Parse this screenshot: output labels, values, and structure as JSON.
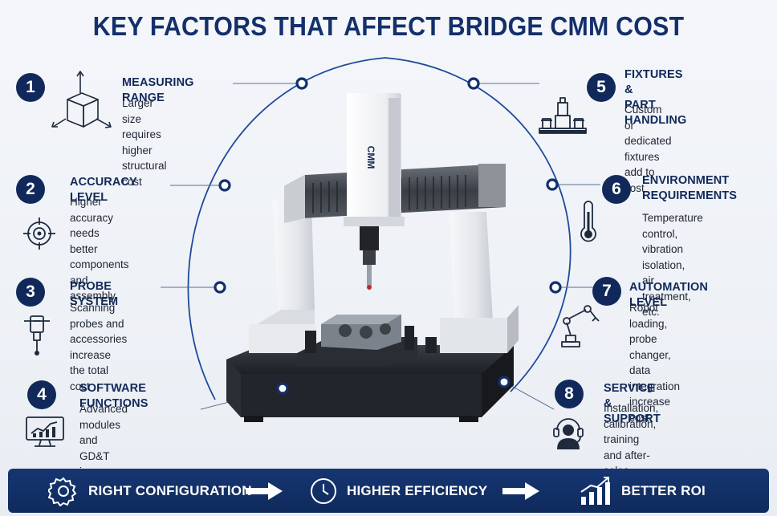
{
  "title": "KEY FACTORS THAT AFFECT BRIDGE CMM COST",
  "machine": {
    "label": "CMM"
  },
  "factors": [
    {
      "number": "1",
      "title": "MEASURING RANGE",
      "desc": "Larger size requires\nhigher structural cost",
      "icon": "cube-axes-icon"
    },
    {
      "number": "2",
      "title": "ACCURACY LEVEL",
      "desc": "Higher accuracy needs\nbetter components\nand assembly",
      "icon": "crosshair-icon"
    },
    {
      "number": "3",
      "title": "PROBE SYSTEM",
      "desc": "Scanning probes and\naccessories increase\nthe total cost",
      "icon": "probe-icon"
    },
    {
      "number": "4",
      "title": "SOFTWARE FUNCTIONS",
      "desc": "Advanced modules\nand GD&T increase\nsoftware cost",
      "icon": "monitor-chart-icon"
    },
    {
      "number": "5",
      "title": "FIXTURES &\nPART HANDLING",
      "desc": "Custom or dedicated\nfixtures add to cost",
      "icon": "fixture-icon"
    },
    {
      "number": "6",
      "title": "ENVIRONMENT\nREQUIREMENTS",
      "desc": "Temperature control,\nvibration isolation,\nair treatment, etc.",
      "icon": "thermometer-icon"
    },
    {
      "number": "7",
      "title": "AUTOMATION LEVEL",
      "desc": "Robot loading, probe\nchanger, data\nintegration increase cost",
      "icon": "robot-arm-icon"
    },
    {
      "number": "8",
      "title": "SERVICE & SUPPORT",
      "desc": "Installation, calibration,\ntraining and after-sales\nsupport included",
      "icon": "support-agent-icon"
    }
  ],
  "banner": {
    "items": [
      {
        "label": "RIGHT CONFIGURATION",
        "icon": "gear-icon"
      },
      {
        "label": "HIGHER EFFICIENCY",
        "icon": "clock-icon"
      },
      {
        "label": "BETTER ROI",
        "icon": "growth-chart-icon"
      }
    ]
  },
  "colors": {
    "navy": "#11295a",
    "accent": "#1d4a9c",
    "banner": "#0f2a5c"
  }
}
